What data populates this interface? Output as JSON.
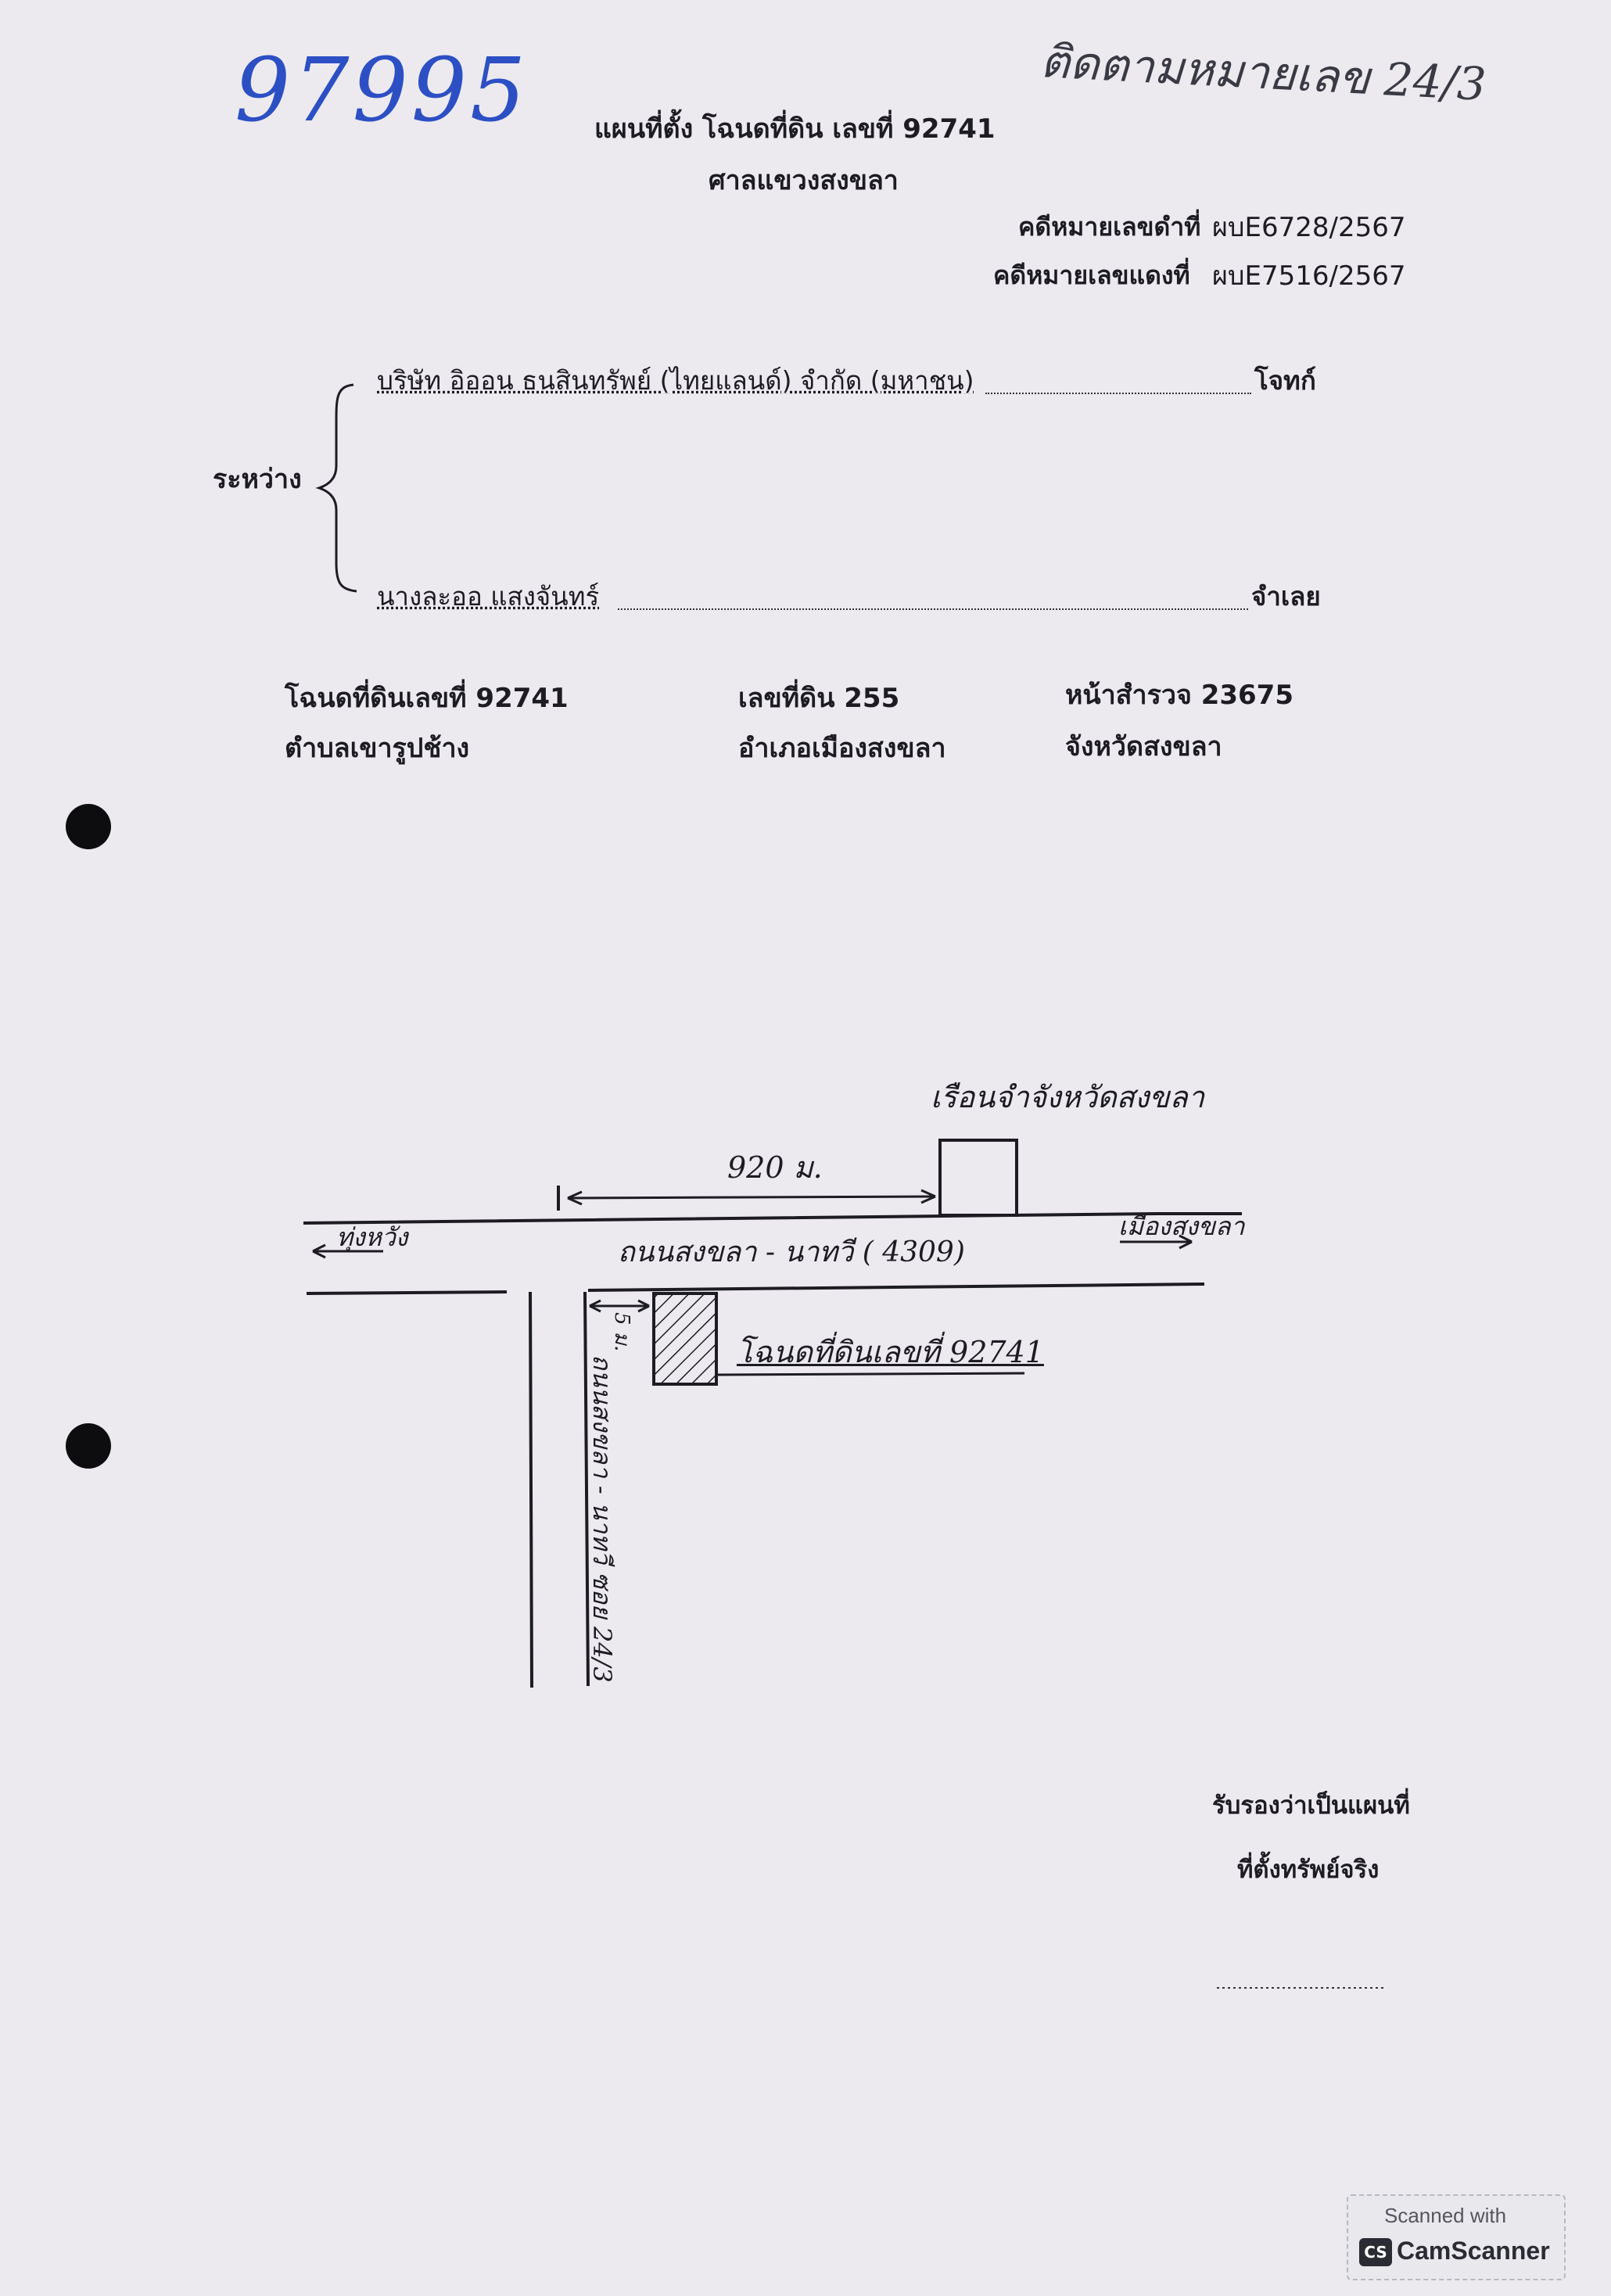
{
  "handwritten": {
    "top_left_number": "97995",
    "top_right_note": "ติดตามหมายเลข 24/3"
  },
  "header": {
    "title": "แผนที่ตั้ง โฉนดที่ดิน เลขที่  92741",
    "court": "ศาลแขวงสงขลา",
    "black_case_label": "คดีหมายเลขดำที่",
    "black_case_no": "ผบE6728/2567",
    "red_case_label": "คดีหมายเลขแดงที่",
    "red_case_no": "ผบE7516/2567"
  },
  "parties": {
    "between_label": "ระหว่าง",
    "plaintiff_name": "บริษัท อิออน ธนสินทรัพย์ (ไทยแลนด์) จำกัด (มหาชน)",
    "plaintiff_role": "โจทก์",
    "defendant_name": "นางละออ  แสงจันทร์",
    "defendant_role": "จำเลย"
  },
  "land": {
    "deed_no": "โฉนดที่ดินเลขที่ 92741",
    "parcel_no": "เลขที่ดิน 255",
    "survey_page": "หน้าสำรวจ  23675",
    "subdistrict": "ตำบลเขารูปช้าง",
    "district": "อำเภอเมืองสงขลา",
    "province": "จังหวัดสงขลา"
  },
  "map": {
    "prison_label": "เรือนจำจังหวัดสงขลา",
    "distance_label": "920 ม.",
    "toward_left": "ทุ่งหวัง",
    "toward_right": "เมืองสงขลา",
    "main_road": "ถนนสงขลา - นาทวี ( 4309)",
    "side_road": "ถนนสงขลา - นาทวี ซอย 24/3",
    "short_distance": "5 ม.",
    "deed_label": "โฉนดที่ดินเลขที่ 92741"
  },
  "certify": {
    "line1": "รับรองว่าเป็นแผนที่",
    "line2": "ที่ตั้งทรัพย์จริง"
  },
  "scanner": {
    "line1": "Scanned with",
    "logo": "CS",
    "brand": "CamScanner"
  }
}
